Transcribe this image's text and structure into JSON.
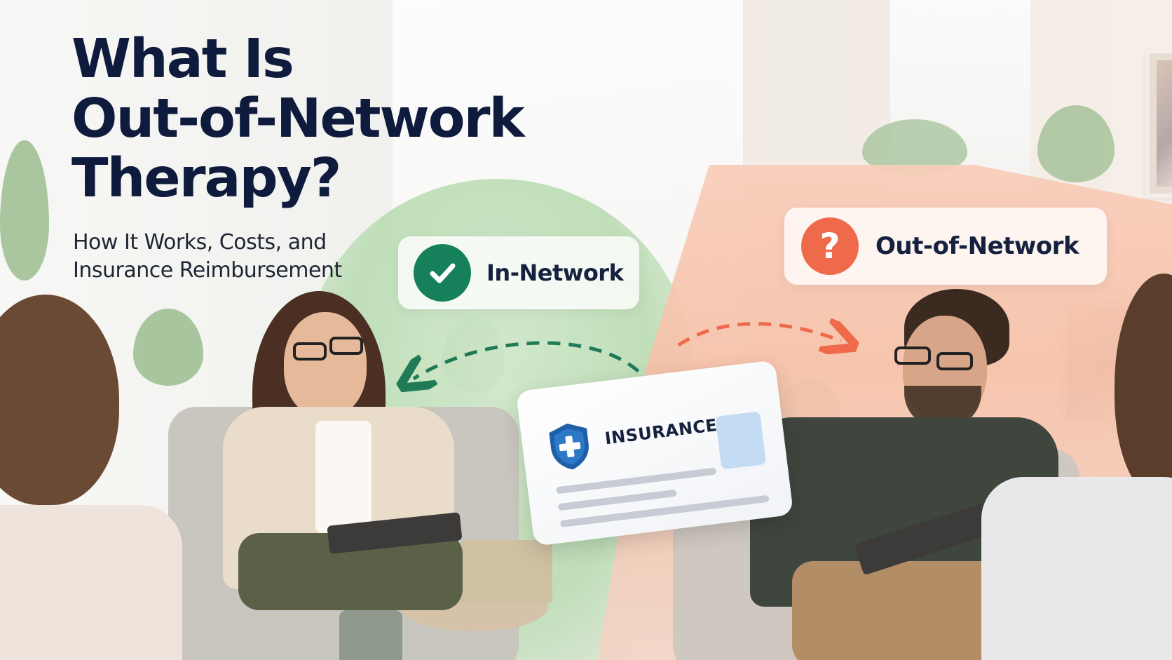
{
  "headline": {
    "title_lines": [
      "What Is",
      "Out-of-Network",
      "Therapy?"
    ],
    "subtitle_lines": [
      "How It Works, Costs, and",
      "Insurance Reimbursement"
    ]
  },
  "badges": {
    "in_network": {
      "label": "In-Network",
      "icon": "check-circle-icon",
      "color": "#16805a"
    },
    "out_of_network": {
      "label": "Out-of-Network",
      "icon": "question-circle-icon",
      "symbol": "?",
      "color": "#ee6a4a"
    }
  },
  "insurance_card": {
    "title": "INSURANCE",
    "icon": "shield-plus-icon"
  },
  "colors": {
    "navy": "#0e1b3d",
    "green_panel": "#b9dcb2",
    "peach_panel": "#f6c1a8",
    "shield": "#1f5fa8"
  }
}
